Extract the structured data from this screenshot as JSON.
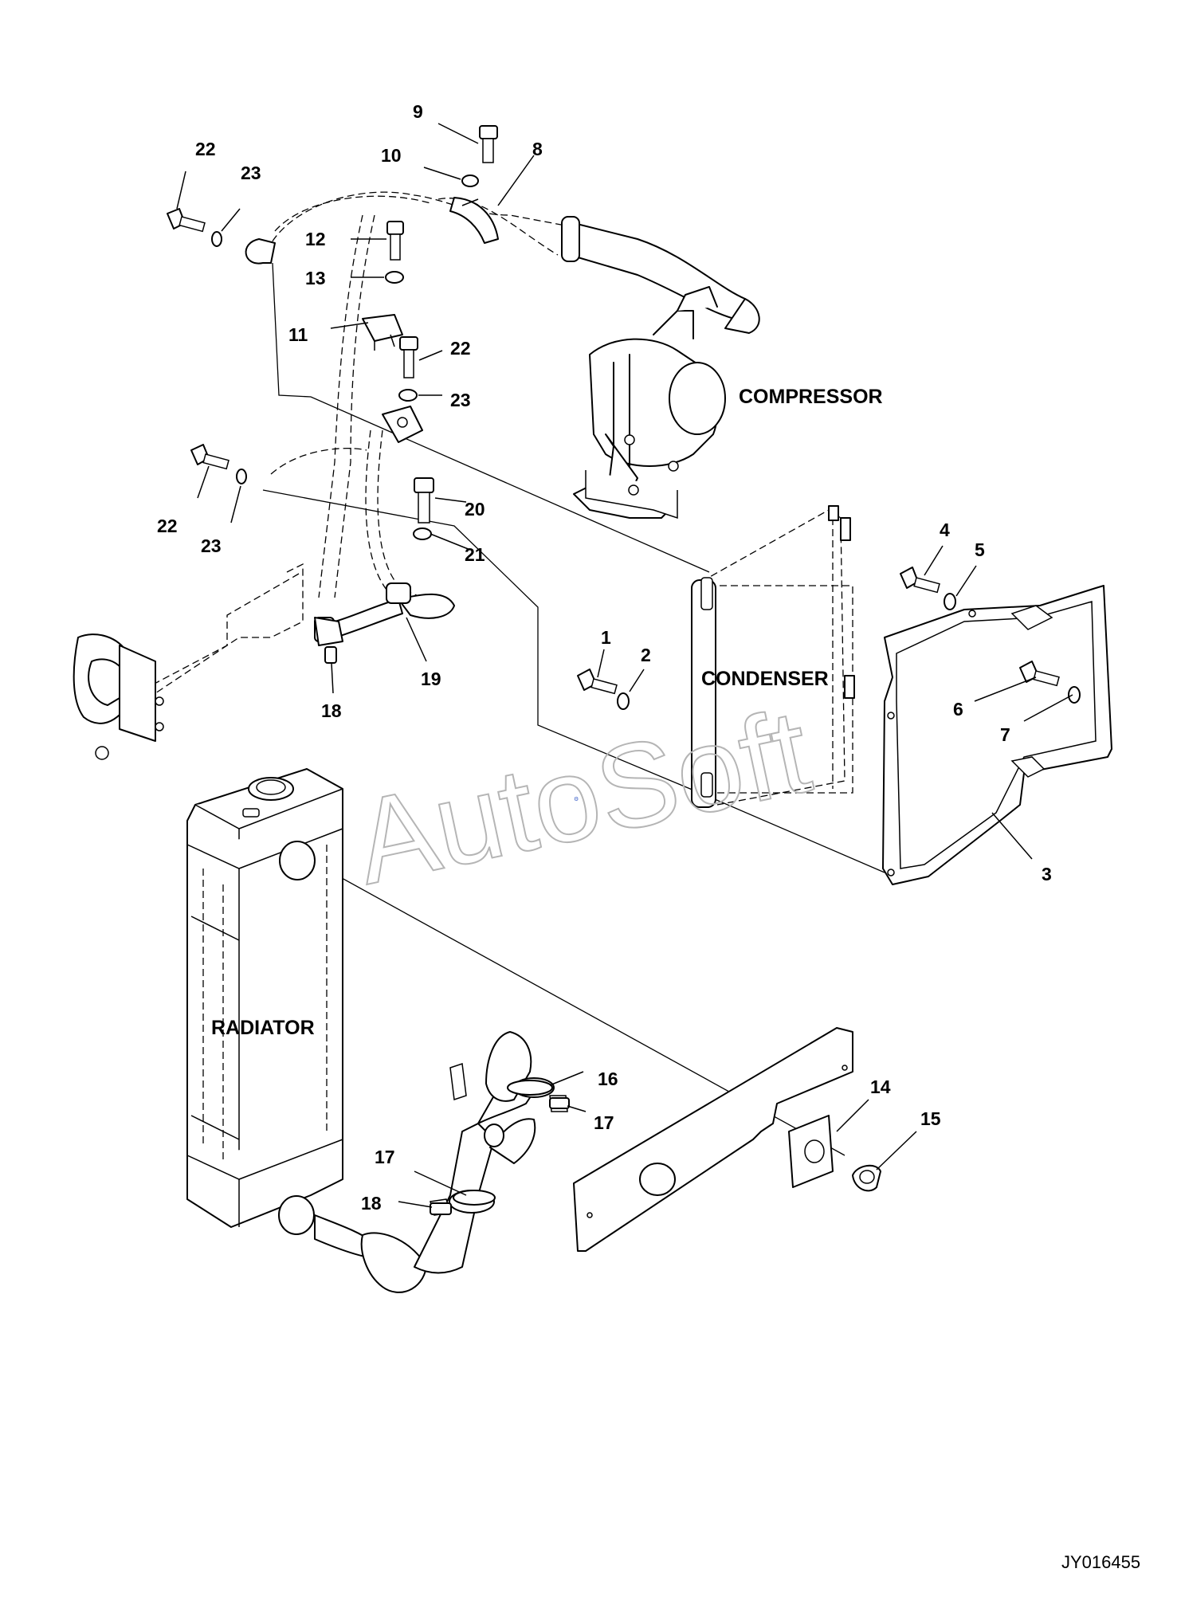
{
  "components": {
    "compressor": "COMPRESSOR",
    "condenser": "CONDENSER",
    "radiator": "RADIATOR"
  },
  "callouts": {
    "c1": "1",
    "c2": "2",
    "c3": "3",
    "c4": "4",
    "c5": "5",
    "c6": "6",
    "c7": "7",
    "c8": "8",
    "c9": "9",
    "c10": "10",
    "c11": "11",
    "c12": "12",
    "c13": "13",
    "c14": "14",
    "c15": "15",
    "c16": "16",
    "c17a": "17",
    "c17b": "17",
    "c18a": "18",
    "c18b": "18",
    "c19": "19",
    "c20": "20",
    "c21": "21",
    "c22a": "22",
    "c22b": "22",
    "c22c": "22",
    "c23a": "23",
    "c23b": "23",
    "c23c": "23"
  },
  "watermark": "AutoSoft",
  "drawing_number": "JY016455"
}
